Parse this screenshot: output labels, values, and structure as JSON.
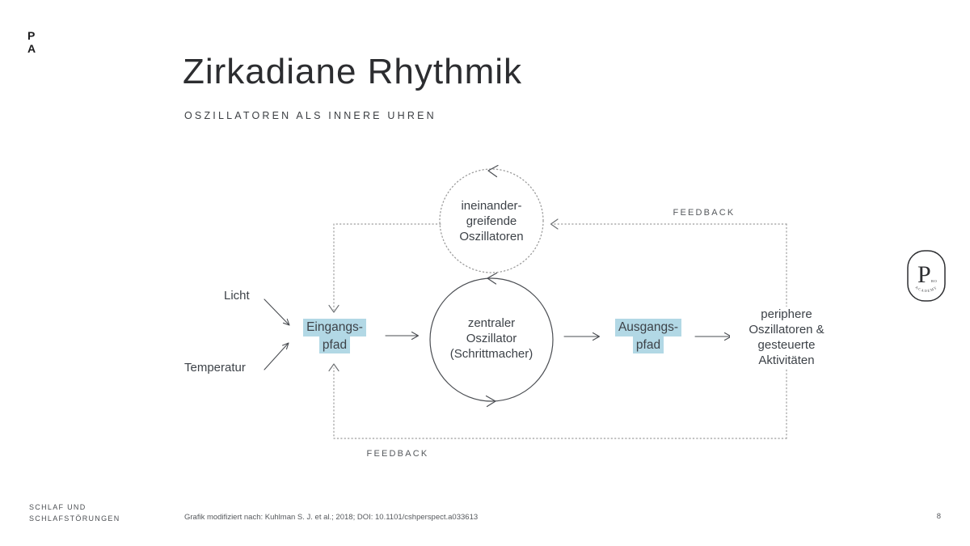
{
  "header": {
    "logo_line1": "P",
    "logo_line2": "A",
    "title": "Zirkadiane Rhythmik",
    "subtitle": "OSZILLATOREN ALS INNERE UHREN"
  },
  "diagram": {
    "interlocking_oscillators": {
      "lines": [
        "ineinander-",
        "greifende",
        "Oszillatoren"
      ]
    },
    "central_oscillator": {
      "lines": [
        "zentraler",
        "Oszillator",
        "(Schrittmacher)"
      ]
    },
    "input_light": "Licht",
    "input_temperature": "Temperatur",
    "input_path": {
      "lines": [
        "Eingangs-",
        "pfad"
      ]
    },
    "output_path": {
      "lines": [
        "Ausgangs-",
        "pfad"
      ]
    },
    "peripheral": {
      "lines": [
        "periphere",
        "Oszillatoren &",
        "gesteuerte",
        "Aktivitäten"
      ]
    },
    "feedback_top_label": "FEEDBACK",
    "feedback_bottom_label": "FEEDBACK",
    "colors": {
      "highlight": "#b2d8e5",
      "solid_line": "#4a4d52",
      "dotted_line": "#9b9b9b"
    }
  },
  "badge": {
    "letter": "P",
    "small_text": "RO",
    "arc_text": "ACADEMY"
  },
  "footer": {
    "topic_line1": "SCHLAF UND",
    "topic_line2": "SCHLAFSTÖRUNGEN",
    "citation": "Grafik modifiziert nach: Kuhlman S. J. et al.; 2018; DOI: 10.1101/cshperspect.a033613",
    "page_number": "8"
  }
}
